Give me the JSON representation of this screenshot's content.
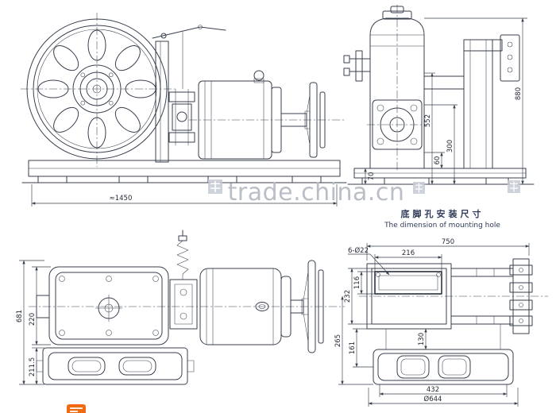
{
  "watermark": {
    "text": "trade.china.cn"
  },
  "caption": {
    "chinese": "底脚孔安装尺寸",
    "english": "The dimension of mounting hole"
  },
  "side_view": {
    "dim_overall_length": "≈1450"
  },
  "end_view": {
    "dims": {
      "overall_height": "880",
      "upper_height": "552",
      "column_height": "300",
      "step_height": "60",
      "base_height": "70"
    }
  },
  "plan_view": {
    "dims": {
      "overall_width": "681",
      "housing_width": "220",
      "base_width": "211.5"
    }
  },
  "mounting_view": {
    "dims": {
      "overall_length": "750",
      "pocket_length": "216",
      "hole_callout": "6-Ø22",
      "pocket_width": "116",
      "frame_width": "232",
      "lower_width": "265",
      "pad_offset": "161",
      "gap_height": "130",
      "hole_span": "432",
      "sheave_diameter": "Ø644"
    }
  }
}
